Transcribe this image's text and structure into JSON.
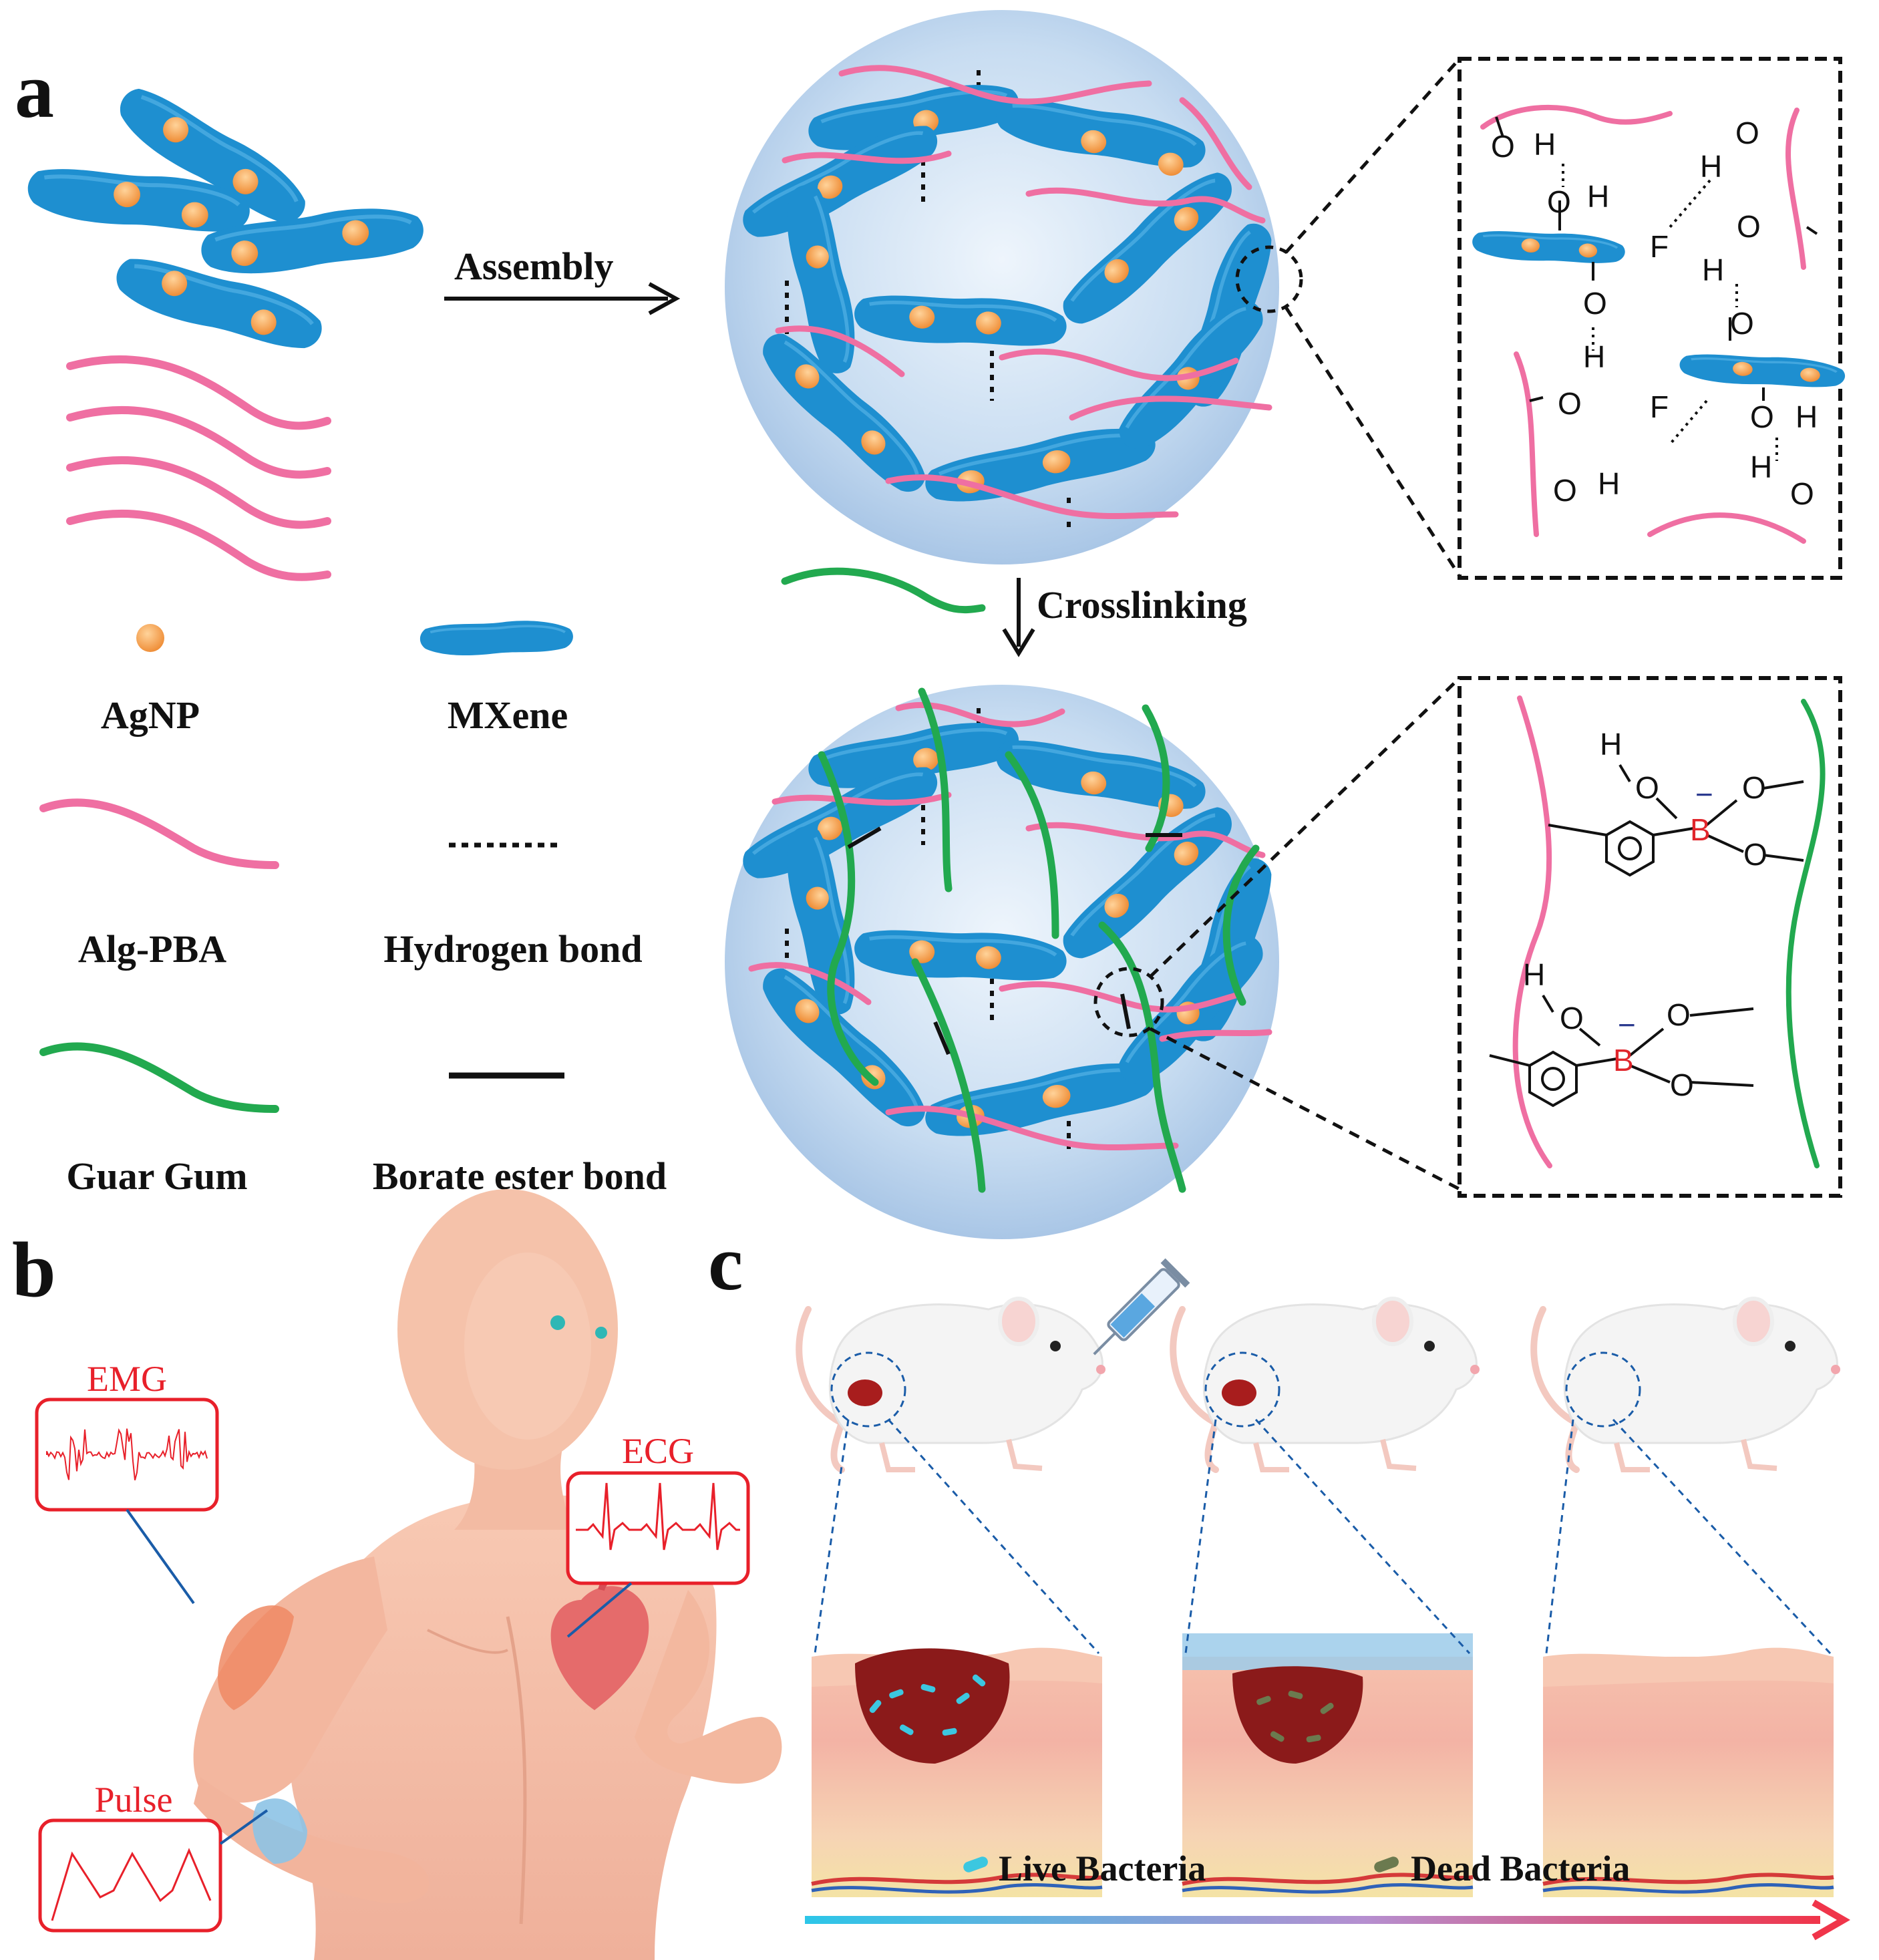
{
  "panels": {
    "a": "a",
    "b": "b",
    "c": "c"
  },
  "arrows": {
    "assembly": "Assembly",
    "crosslinking": "Crosslinking"
  },
  "legend": {
    "agnp": "AgNP",
    "mxene": "MXene",
    "alg_pba": "Alg-PBA",
    "hydrogen_bond": "Hydrogen bond",
    "guar_gum": "Guar Gum",
    "borate_ester_bond": "Borate ester bond"
  },
  "signals": {
    "emg": "EMG",
    "ecg": "ECG",
    "pulse": "Pulse"
  },
  "bacteria": {
    "live": "Live Bacteria",
    "dead": "Dead Bacteria"
  },
  "chem_atoms": {
    "O": "O",
    "H": "H",
    "F": "F",
    "B": "B",
    "minus": "−"
  },
  "colors": {
    "mxene": "#1e8fd0",
    "agnp": "#f39b4a",
    "alg_pba": "#ef6fa2",
    "guar_gum": "#22a94f",
    "signal": "#e8202a",
    "boron": "#e0252b",
    "charge": "#2b3a8f"
  }
}
